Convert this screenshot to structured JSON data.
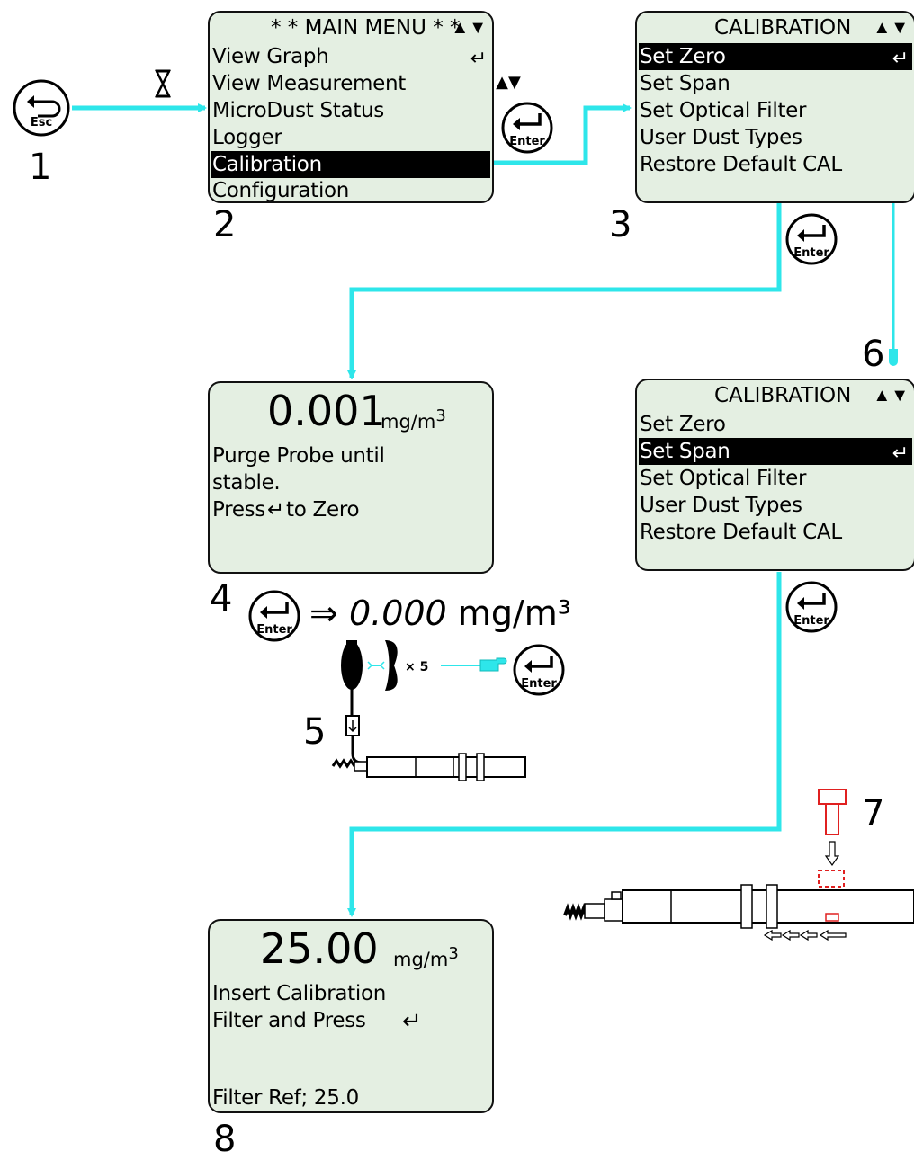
{
  "steps": [
    "1",
    "2",
    "3",
    "4",
    "5",
    "6",
    "7",
    "8"
  ],
  "buttons": {
    "esc": "Esc",
    "enter": "Enter"
  },
  "icons": {
    "timer": "hourglass-icon",
    "nav": "up-down-arrows",
    "return": "enter-return-icon"
  },
  "colors": {
    "connector": "#2ee6ea",
    "screen_bg": "#e4efe2",
    "highlight": "#000000",
    "calibration_filter": "#e02020"
  },
  "main_menu": {
    "title": "* * MAIN MENU * *",
    "items": [
      "View Graph",
      "View Measurement",
      "MicroDust Status",
      "Logger",
      "Calibration",
      "Configuration"
    ],
    "selected": "Calibration"
  },
  "calibration_menu": {
    "title": "CALIBRATION",
    "items": [
      "Set Zero",
      "Set Span",
      "Set Optical Filter",
      "User Dust Types",
      "Restore Default CAL"
    ]
  },
  "calibration_menu_step3": {
    "selected": "Set Zero"
  },
  "calibration_menu_step6": {
    "selected": "Set Span"
  },
  "zero_screen": {
    "reading": "0.001",
    "unit": "mg/m",
    "unit_sup": "3",
    "line1": "Purge Probe until",
    "line2": "stable.",
    "line3_a": "Press",
    "line3_b": "to Zero"
  },
  "zero_result": {
    "arrow": "⇒",
    "reading": "0.000",
    "unit": "mg/m³"
  },
  "purge": {
    "repeat": "× 5"
  },
  "span_screen": {
    "reading": "25.00",
    "unit": "mg/m",
    "unit_sup": "3",
    "line1": "Insert Calibration",
    "line2": "Filter and Press",
    "footer": "Filter Ref; 25.0"
  }
}
